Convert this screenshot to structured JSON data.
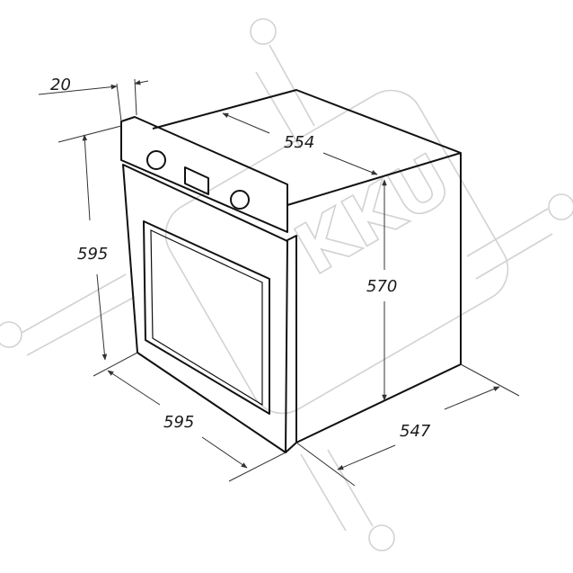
{
  "diagram": {
    "subject": "built-in oven",
    "dimensions": {
      "panel_thickness": "20",
      "top_depth": "554",
      "front_height": "595",
      "front_width": "595",
      "body_height": "570",
      "body_depth": "547"
    },
    "watermark_text": "KKU",
    "colors": {
      "line": "#111111",
      "dimension": "#333333",
      "watermark": "#d2d2d2",
      "background": "#ffffff"
    }
  }
}
